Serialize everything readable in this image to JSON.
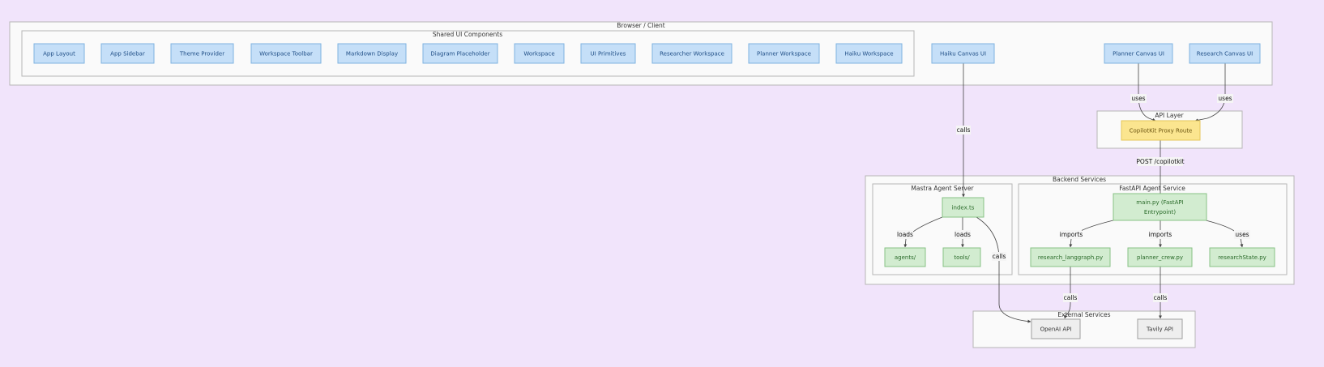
{
  "groups": {
    "browser": "Browser / Client",
    "shared_ui": "Shared UI Components",
    "api_layer": "API Layer",
    "backend": "Backend Services",
    "mastra": "Mastra Agent Server",
    "fastapi": "FastAPI Agent Service",
    "external": "External Services"
  },
  "nodes": {
    "app_layout": "App Layout",
    "app_sidebar": "App Sidebar",
    "theme_provider": "Theme Provider",
    "workspace_toolbar": "Workspace Toolbar",
    "markdown_display": "Markdown Display",
    "diagram_placeholder": "Diagram Placeholder",
    "workspace": "Workspace",
    "ui_primitives": "UI Primitives",
    "researcher_workspace": "Researcher Workspace",
    "planner_workspace": "Planner Workspace",
    "haiku_workspace": "Haiku Workspace",
    "haiku_canvas": "Haiku Canvas UI",
    "planner_canvas": "Planner Canvas UI",
    "research_canvas": "Research Canvas UI",
    "copilotkit_proxy": "CopilotKit Proxy Route",
    "index_ts": "index.ts",
    "agents": "agents/",
    "tools": "tools/",
    "main_py_line1": "main.py (FastAPI",
    "main_py_line2": "Entrypoint)",
    "research_langgraph": "research_langgraph.py",
    "planner_crew": "planner_crew.py",
    "research_state": "researchState.py",
    "openai_api": "OpenAI API",
    "tavily_api": "Tavily API"
  },
  "edges": {
    "uses": "uses",
    "calls": "calls",
    "post": "POST /copilotkit",
    "loads": "loads",
    "imports": "imports"
  }
}
